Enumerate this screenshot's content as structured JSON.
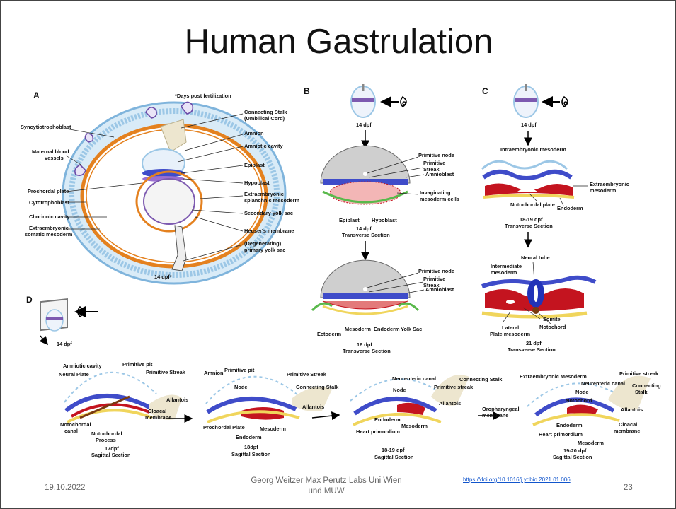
{
  "slide": {
    "title": "Human Gastrulation",
    "footer": {
      "date": "19.10.2022",
      "author_line1": "Georg Weitzer Max Perutz Labs Uni Wien",
      "author_line2": "und MUW",
      "doi": "https://doi.org/10.1016/j.ydbio.2021.01.006",
      "page": "23"
    }
  },
  "colors": {
    "trophoblast": "#9cc7e6",
    "maternal_blood": "#6b4aa8",
    "chorion": "#e4811f",
    "epiblast": "#3f4cc9",
    "mesoderm": "#c4141f",
    "endoderm": "#f0d55c",
    "amnion_gray": "#cfcfcf",
    "stalk": "#ede6cf"
  },
  "panelA": {
    "letter": "A",
    "note": "*Days post fertilization",
    "stage": "14 dpf*",
    "left_labels": [
      "Syncytiotrophoblast",
      "Maternal blood",
      "vessels",
      "Prochordal plate",
      "Cytotrophoblast",
      "Chorionic cavity",
      "Extraembryonic",
      "somatic mesoderm"
    ],
    "right_labels": [
      "Connecting Stalk",
      "(Umbilical Cord)",
      "Amnion",
      "Amniotic cavity",
      "Epiblast",
      "Hypoblast",
      "Extraembryonic",
      "splanchnic mesoderm",
      "Secondary yolk sac",
      "Heuser's membrane",
      "(Degenerating)",
      "primary yolk sac"
    ]
  },
  "panelB": {
    "letter": "B",
    "thumb_stage": "14 dpf",
    "top_labels": [
      "Primitive node",
      "Primitive",
      "Streak",
      "Amnioblast",
      "Invaginating",
      "mesoderm cells",
      "Epiblast",
      "Hypoblast"
    ],
    "top_caption": [
      "14 dpf",
      "Transverse Section"
    ],
    "bottom_labels": [
      "Primitive node",
      "Primitive",
      "Streak",
      "Amnioblast",
      "Ectoderm",
      "Mesoderm",
      "Endoderm",
      "Yolk Sac"
    ],
    "bottom_caption": [
      "16 dpf",
      "Transverse Section"
    ]
  },
  "panelC": {
    "letter": "C",
    "thumb_stage": "14 dpf",
    "top_labels": [
      "Intraembryonic mesoderm",
      "Extraembryonic",
      "mesoderm",
      "Notochordal plate",
      "Endoderm"
    ],
    "top_caption": [
      "18-19 dpf",
      "Transverse Section"
    ],
    "bottom_labels": [
      "Neural tube",
      "Intermediate",
      "mesoderm",
      "Somite",
      "Lateral",
      "Plate mesoderm",
      "Notochord"
    ],
    "bottom_caption": [
      "21 dpf",
      "Transverse Section"
    ]
  },
  "panelD": {
    "letter": "D",
    "thumb_stage": "14 dpf",
    "d1": {
      "labels": [
        "Amniotic cavity",
        "Primitive pit",
        "Primitive Streak",
        "Neural Plate",
        "Allantois",
        "Cloacal",
        "membrane",
        "Notochordal",
        "canal",
        "Notochordal",
        "Process"
      ],
      "caption": [
        "17dpf",
        "Sagittal Section"
      ]
    },
    "d2": {
      "labels": [
        "Amnion",
        "Primitive pit",
        "Primitive Streak",
        "Node",
        "Connecting Stalk",
        "Allantois",
        "Prochordal Plate",
        "Mesoderm",
        "Endoderm"
      ],
      "caption": [
        "18dpf",
        "Sagittal Section"
      ]
    },
    "d3": {
      "labels": [
        "Neurenteric canal",
        "Connecting Stalk",
        "Node",
        "Primitive streak",
        "Allantois",
        "Endoderm",
        "Mesoderm",
        "Heart primordium"
      ],
      "caption": [
        "18-19 dpf",
        "Sagittal Section"
      ]
    },
    "d4": {
      "labels": [
        "Extraembryonic Mesoderm",
        "Primitive streak",
        "Neurenteric canal",
        "Node",
        "Connecting",
        "Stalk",
        "Notochord",
        "Oropharyngeal",
        "membrane",
        "Allantois",
        "Endoderm",
        "Cloacal",
        "Heart primordium",
        "membrane",
        "Mesoderm"
      ],
      "caption": [
        "19-20 dpf",
        "Sagittal Section"
      ]
    }
  }
}
